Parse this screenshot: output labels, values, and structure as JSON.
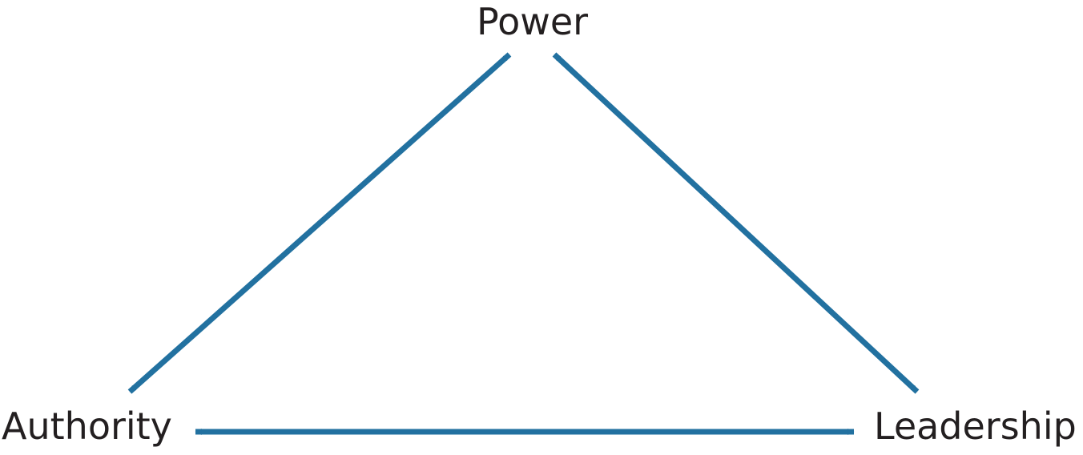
{
  "nodes": {
    "power": "Power",
    "authority": "Authority",
    "leadership": "Leadership"
  },
  "edges": [
    {
      "from": "authority",
      "to": "power",
      "bidirectional": true
    },
    {
      "from": "power",
      "to": "leadership",
      "bidirectional": true
    },
    {
      "from": "authority",
      "to": "leadership",
      "bidirectional": true
    }
  ],
  "colors": {
    "arrow": "#2271a0",
    "text": "#231f20"
  }
}
